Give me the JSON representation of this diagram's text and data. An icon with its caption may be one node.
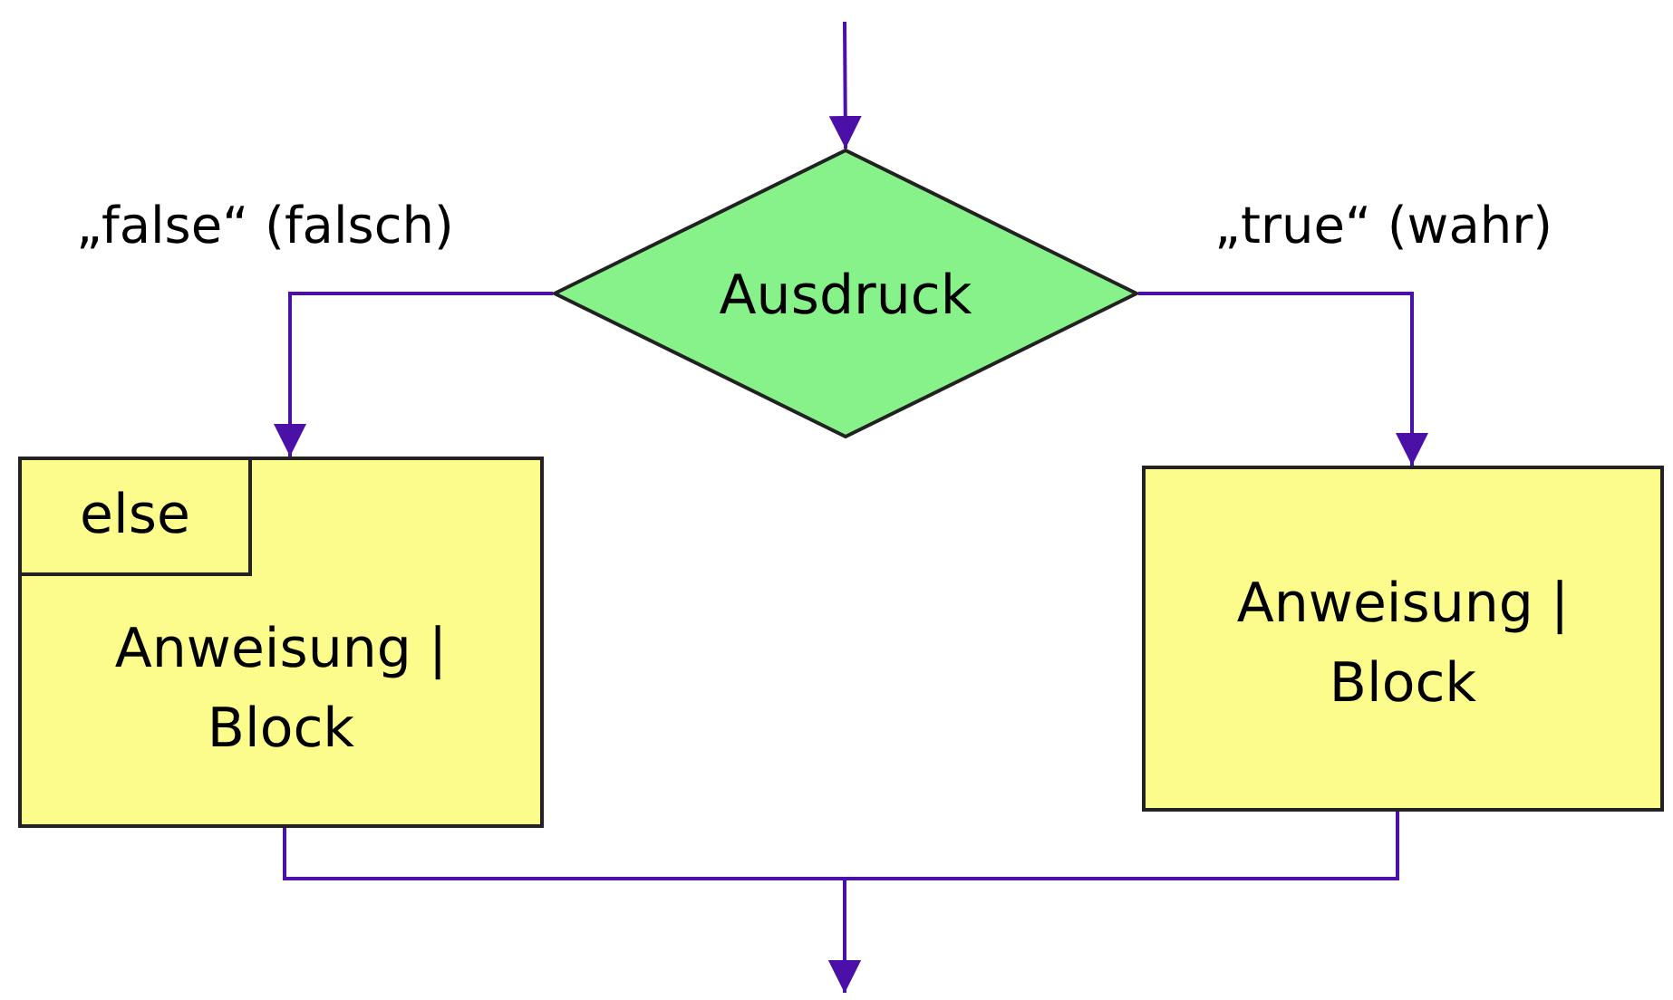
{
  "diagram": {
    "nodes": [
      {
        "text": [
          "Ausdruck"
        ]
      },
      {
        "text": [
          "Anweisung | Block"
        ]
      },
      {
        "text": [
          "else"
        ],
        "in": 1
      },
      {
        "text": [
          "Anweisung | Block"
        ]
      }
    ],
    "edges": [
      {
        "from": null,
        "to": 0,
        "arrow": "to"
      },
      {
        "from": 0,
        "to": 1,
        "arrow": "to",
        "label": "„false“ (falsch)"
      },
      {
        "from": 0,
        "to": 3,
        "arrow": "to",
        "label": "„true“ (wahr)"
      },
      {
        "from": 1,
        "to": null,
        "arrow": "to"
      },
      {
        "from": 3,
        "to": null,
        "arrow": "to"
      }
    ]
  }
}
